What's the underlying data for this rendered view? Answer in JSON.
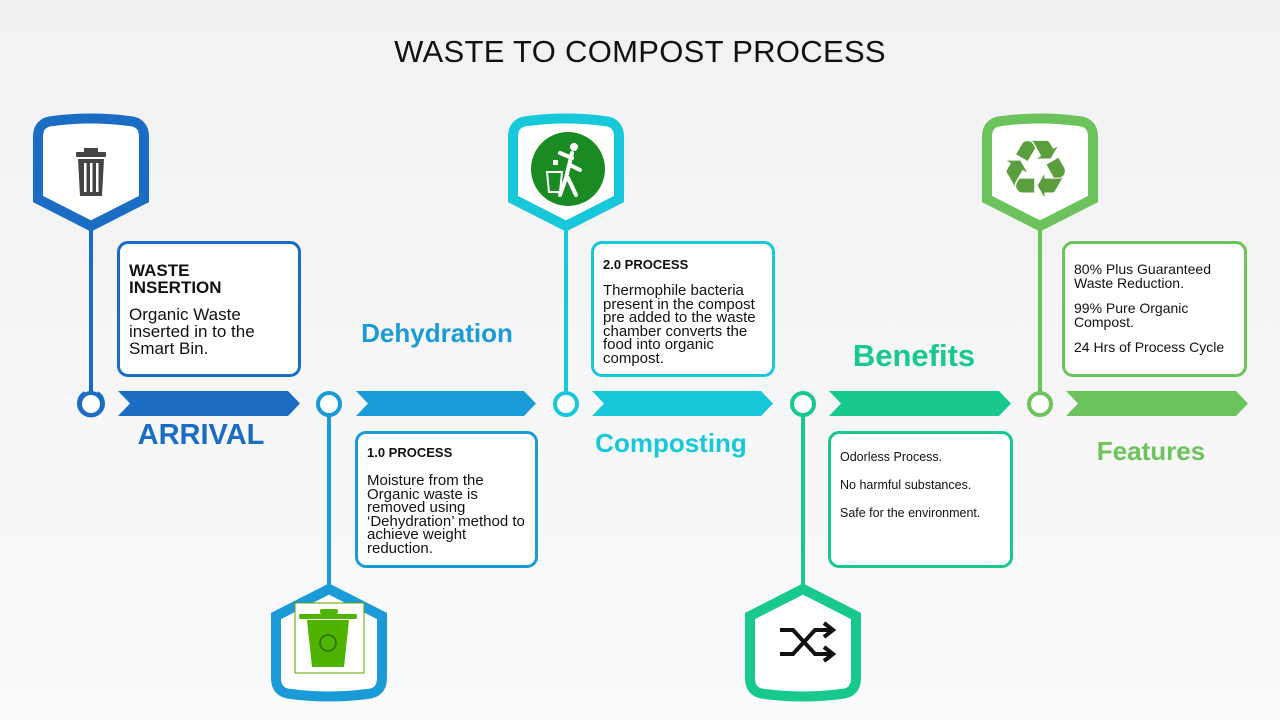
{
  "title": "WASTE TO COMPOST PROCESS",
  "colors": {
    "arrival": "#1a6dc3",
    "dehydration": "#1a9bd7",
    "composting": "#17c8da",
    "benefits": "#17c98f",
    "features": "#6cc35b"
  },
  "stages": [
    {
      "label": "ARRIVAL",
      "box": {
        "heading": "WASTE INSERTION",
        "lines": [
          "Organic Waste inserted in to the Smart Bin."
        ]
      },
      "icon": "trash-can-icon"
    },
    {
      "label": "Dehydration",
      "box": {
        "heading": "1.0 PROCESS",
        "lines": [
          "Moisture from the Organic waste is removed using ‘Dehydration’ method to achieve weight reduction."
        ]
      },
      "icon": "green-bin-icon"
    },
    {
      "label": "Composting",
      "box": {
        "heading": "2.0 PROCESS",
        "lines": [
          "Thermophile bacteria present in the compost pre added to the waste  chamber converts  the food into organic compost."
        ]
      },
      "icon": "dispose-trash-icon"
    },
    {
      "label": "Benefits",
      "box": {
        "lines": [
          "Odorless Process.",
          "No harmful  substances.",
          "Safe for the environment."
        ]
      },
      "icon": "shuffle-icon"
    },
    {
      "label": "Features",
      "box": {
        "lines": [
          "80% Plus Guaranteed Waste Reduction.",
          "99% Pure Organic Compost.",
          "24 Hrs of Process Cycle"
        ]
      },
      "icon": "recycle-icon"
    }
  ]
}
